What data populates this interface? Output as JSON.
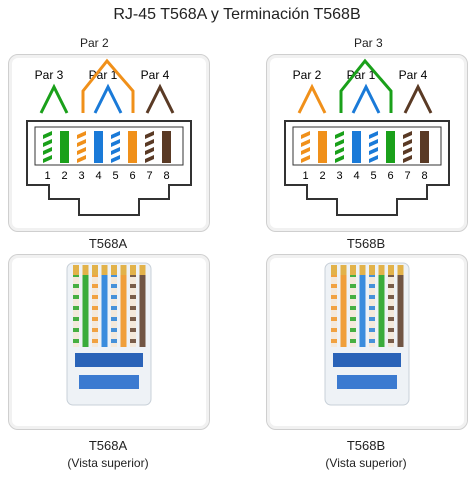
{
  "title": "RJ-45 T568A y Terminación T568B",
  "colors": {
    "green": "#1aa01a",
    "orange": "#f0901a",
    "blue": "#1a7ad8",
    "brown": "#5a3a25",
    "white": "#ffffff"
  },
  "left": {
    "top_pair": "Par 2",
    "pair_left": "Par 3",
    "pair_mid": "Par 1",
    "pair_right": "Par 4",
    "pins": [
      "1",
      "2",
      "3",
      "4",
      "5",
      "6",
      "7",
      "8"
    ],
    "wire_icons": [
      "white-green-stripe",
      "green",
      "white-orange-stripe",
      "blue",
      "white-blue-stripe",
      "orange",
      "white-brown-stripe",
      "brown"
    ],
    "caption": "T568A",
    "photo_caption": "T568A",
    "photo_sub": "(Vista superior)"
  },
  "right": {
    "top_pair": "Par 3",
    "pair_left": "Par 2",
    "pair_mid": "Par 1",
    "pair_right": "Par 4",
    "pins": [
      "1",
      "2",
      "3",
      "4",
      "5",
      "6",
      "7",
      "8"
    ],
    "wire_icons": [
      "white-orange-stripe",
      "orange",
      "white-green-stripe",
      "blue",
      "white-blue-stripe",
      "green",
      "white-brown-stripe",
      "brown"
    ],
    "caption": "T568B",
    "photo_caption": "T568B",
    "photo_sub": "(Vista superior)"
  }
}
